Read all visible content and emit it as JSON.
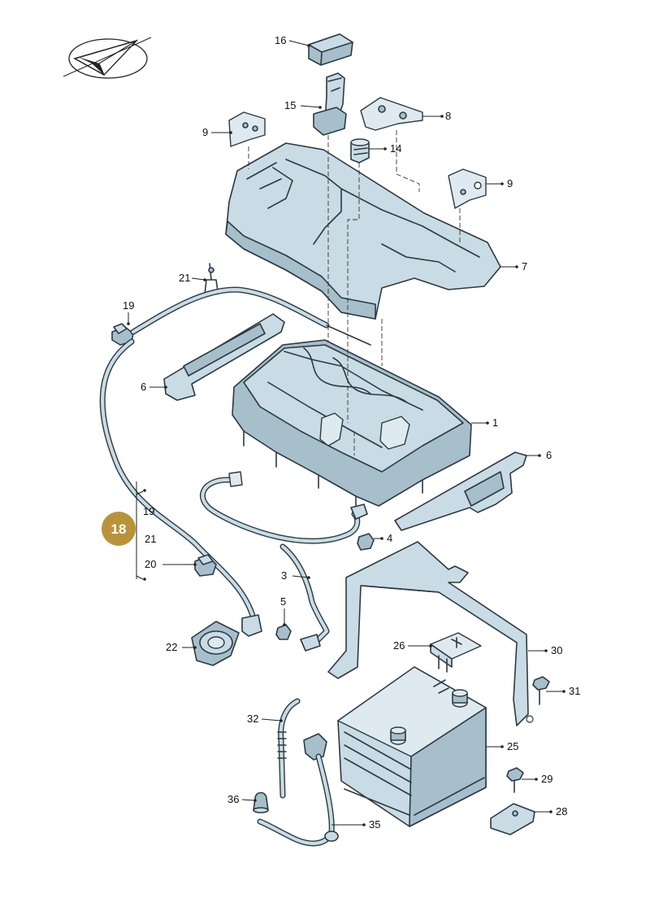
{
  "callouts": [
    {
      "id": "c16",
      "text": "16"
    },
    {
      "id": "c15",
      "text": "15"
    },
    {
      "id": "c8",
      "text": "8"
    },
    {
      "id": "c9a",
      "text": "9"
    },
    {
      "id": "c14",
      "text": "14"
    },
    {
      "id": "c9b",
      "text": "9"
    },
    {
      "id": "c7",
      "text": "7"
    },
    {
      "id": "c21a",
      "text": "21"
    },
    {
      "id": "c19a",
      "text": "19"
    },
    {
      "id": "c6a",
      "text": "6"
    },
    {
      "id": "c1",
      "text": "1"
    },
    {
      "id": "c6b",
      "text": "6"
    },
    {
      "id": "c19b",
      "text": "19"
    },
    {
      "id": "c21b",
      "text": "21"
    },
    {
      "id": "c4",
      "text": "4"
    },
    {
      "id": "c20",
      "text": "20"
    },
    {
      "id": "c3",
      "text": "3"
    },
    {
      "id": "c5",
      "text": "5"
    },
    {
      "id": "c22",
      "text": "22"
    },
    {
      "id": "c26",
      "text": "26"
    },
    {
      "id": "c30",
      "text": "30"
    },
    {
      "id": "c31",
      "text": "31"
    },
    {
      "id": "c32",
      "text": "32"
    },
    {
      "id": "c25",
      "text": "25"
    },
    {
      "id": "c29",
      "text": "29"
    },
    {
      "id": "c36",
      "text": "36"
    },
    {
      "id": "c35",
      "text": "35"
    },
    {
      "id": "c28",
      "text": "28"
    }
  ],
  "badge": {
    "text": "18",
    "color": "#b8933a"
  },
  "colors": {
    "part": "#c9dbe4",
    "outline": "#2c3a42"
  },
  "icons": {
    "logo": "check-mark-logo-icon"
  }
}
